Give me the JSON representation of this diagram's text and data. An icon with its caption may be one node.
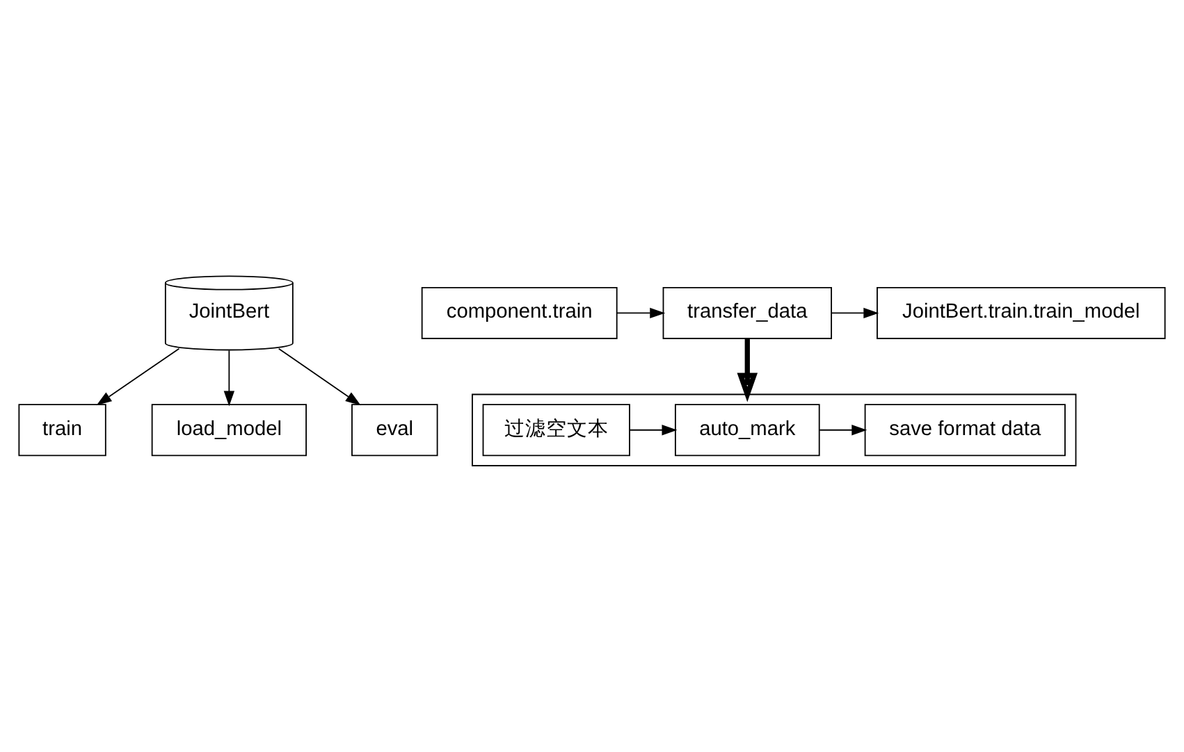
{
  "diagram": {
    "nodes": [
      {
        "text": [
          "JointBert"
        ]
      },
      {
        "text": [
          "train"
        ]
      },
      {
        "text": [
          "load_model"
        ]
      },
      {
        "text": [
          "eval"
        ]
      },
      {
        "text": [
          "component.train"
        ]
      },
      {
        "text": [
          "transfer_data"
        ]
      },
      {
        "text": [
          "JointBert.train.train_model"
        ]
      },
      {
        "text": [],
        "shape": "box"
      },
      {
        "text": [
          "过滤空文本"
        ],
        "in": 7
      },
      {
        "text": [
          "auto_mark"
        ],
        "in": 7
      },
      {
        "text": [
          "save format data"
        ],
        "in": 7
      }
    ],
    "edges": [
      {
        "from": 0,
        "to": 1,
        "arrow": "to"
      },
      {
        "from": 0,
        "to": 2,
        "arrow": "to"
      },
      {
        "from": 0,
        "to": 3,
        "arrow": "to"
      },
      {
        "from": 4,
        "to": 5,
        "arrow": "to"
      },
      {
        "from": 5,
        "to": 6,
        "arrow": "to"
      },
      {
        "from": 5,
        "to": 7,
        "arrow": "to",
        "style": "thick"
      },
      {
        "from": 8,
        "to": 9,
        "arrow": "to"
      },
      {
        "from": 9,
        "to": 10,
        "arrow": "to"
      }
    ]
  }
}
